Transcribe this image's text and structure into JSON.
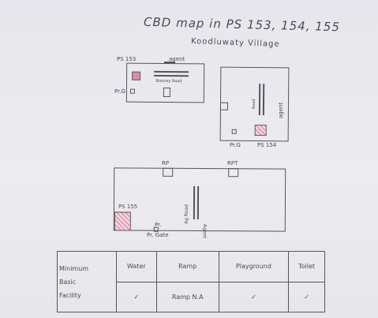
{
  "title": "CBD map in PS 153, 154, 155",
  "subtitle": "Koodluwaty Village",
  "map": {
    "ps153": {
      "label": "PS 153",
      "agent_label": "agent",
      "entry_label": "Pr.G",
      "inner_label": "Sterney Road"
    },
    "ps154": {
      "label": "PS 154",
      "entry_label": "Pr.G",
      "agent_label": "agent",
      "inner_label": "Road"
    },
    "ps155": {
      "label": "PS 155",
      "top_label_left": "RP",
      "top_label_right": "RPT",
      "entry_label": "Pr.",
      "bottom_label": "Pr. Gate",
      "inner_label_left": "Ag Road",
      "inner_label_right": "Agent"
    }
  },
  "table": {
    "row_header": [
      "Minimum",
      "Basic",
      "Facility"
    ],
    "columns": [
      "Water",
      "Ramp",
      "Playground",
      "Toilet"
    ],
    "values": [
      "✓",
      "Ramp N.A",
      "✓",
      "✓"
    ]
  }
}
